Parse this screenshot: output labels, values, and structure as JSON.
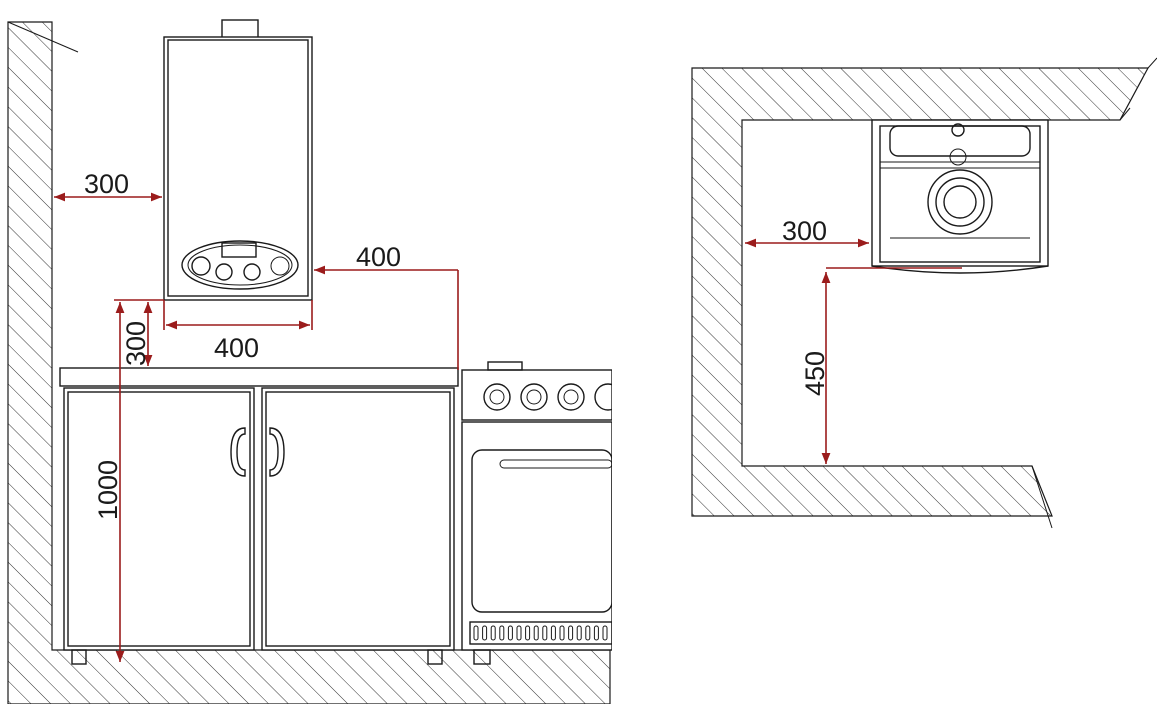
{
  "front_view": {
    "dim_wall_clearance": "300",
    "dim_side_clearance": "400",
    "dim_boiler_width": "400",
    "dim_worktop_clearance": "300",
    "dim_floor_height": "1000"
  },
  "plan_view": {
    "dim_wall_clearance": "300",
    "dim_front_clearance": "450"
  },
  "colors": {
    "dimension_line": "#9b1c1c",
    "drawing_line": "#1a1a1a"
  }
}
